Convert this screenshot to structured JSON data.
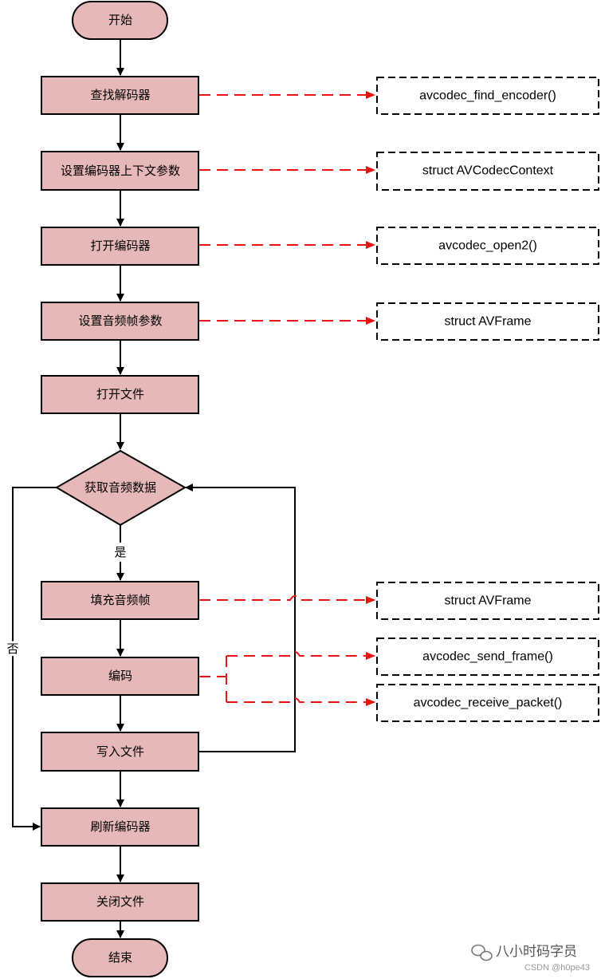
{
  "nodes": {
    "start": "开始",
    "find_encoder": "查找解码器",
    "set_context": "设置编码器上下文参数",
    "open_encoder": "打开编码器",
    "set_frame": "设置音频帧参数",
    "open_file": "打开文件",
    "get_audio": "获取音频数据",
    "fill_frame": "填充音频帧",
    "encode": "编码",
    "write_file": "写入文件",
    "flush_encoder": "刷新编码器",
    "close_file": "关闭文件",
    "end": "结束"
  },
  "apis": {
    "find_encoder": "avcodec_find_encoder()",
    "codec_context": "struct AVCodecContext",
    "open2": "avcodec_open2()",
    "avframe_1": "struct AVFrame",
    "avframe_2": "struct AVFrame",
    "send_frame": "avcodec_send_frame()",
    "receive_packet": "avcodec_receive_packet()"
  },
  "labels": {
    "yes": "是",
    "no": "否"
  },
  "watermark": {
    "brand": "八小时码字员",
    "source": "CSDN @h0pe43"
  },
  "colors": {
    "node_fill": "#e6b8b7",
    "arrow": "#000000",
    "dashed_arrow": "#ee1111"
  }
}
